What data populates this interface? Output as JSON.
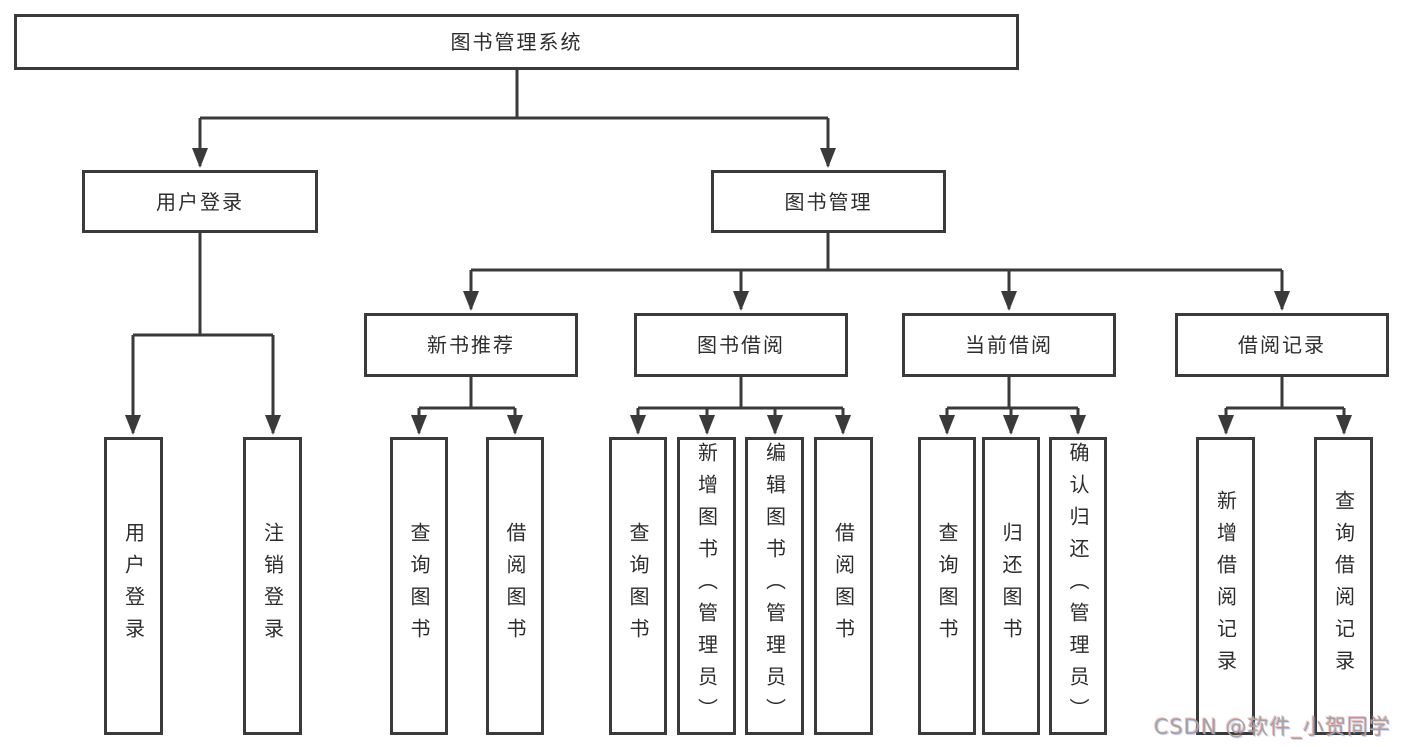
{
  "diagram": {
    "title": "图书管理系统",
    "colors": {
      "line": "#3a3a3a",
      "box_border": "#3a3a3a",
      "box_background": "#ffffff",
      "text": "#2d2d2d",
      "watermark": "#a3a3a3"
    },
    "nodes": {
      "root": "图书管理系统",
      "level2": [
        "用户登录",
        "图书管理"
      ],
      "level3": [
        "新书推荐",
        "图书借阅",
        "当前借阅",
        "借阅记录"
      ],
      "leaves_user_login": [
        "用户登录",
        "注销登录"
      ],
      "leaves_new_book": [
        "查询图书",
        "借阅图书"
      ],
      "leaves_book_borrow": [
        "查询图书",
        "新增图书（管理员）",
        "编辑图书（管理员）",
        "借阅图书"
      ],
      "leaves_current_borrow": [
        "查询图书",
        "归还图书",
        "确认归还（管理员）"
      ],
      "leaves_borrow_record": [
        "新增借阅记录",
        "查询借阅记录"
      ]
    },
    "watermark": "CSDN @软件_小贺同学"
  }
}
